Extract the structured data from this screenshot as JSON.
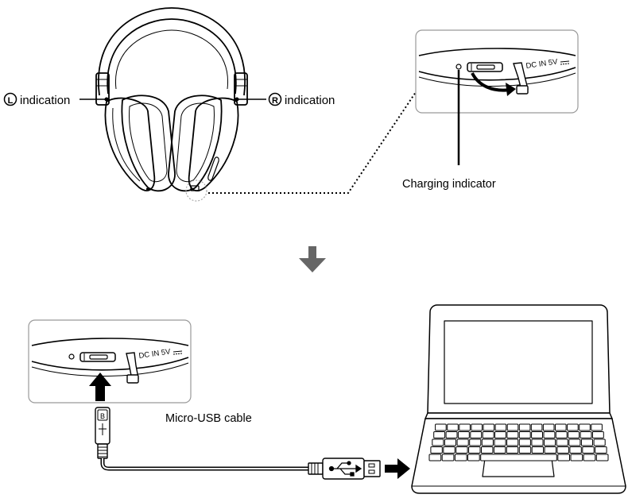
{
  "labels": {
    "left_symbol": "L",
    "left_text": "indication",
    "right_symbol": "R",
    "right_text": "indication",
    "charging_indicator": "Charging indicator",
    "dc_in_top": "DC IN 5V",
    "dc_in_bottom": "DC IN 5V",
    "cable": "Micro-USB cable",
    "usb_plug_b": "B"
  },
  "icons": {
    "step_arrow": "down-arrow-icon",
    "usb_symbol": "usb-icon",
    "insert_arrow": "up-arrow-icon",
    "connect_arrow": "right-arrow-icon"
  },
  "colors": {
    "line": "#000000",
    "step_arrow": "#666666",
    "panel_border": "#999999",
    "zoom_circle": "#aaaaaa"
  }
}
